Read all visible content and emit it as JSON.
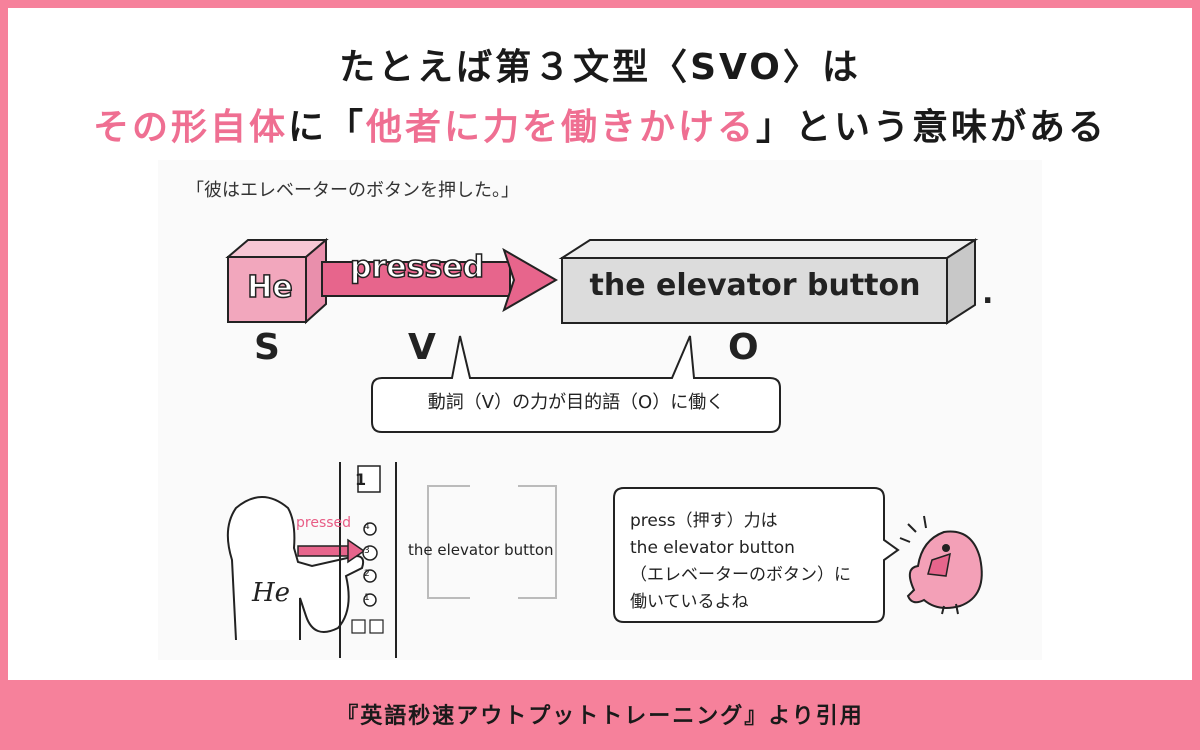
{
  "headline": {
    "line1": "たとえば第３文型〈SVO〉は",
    "line2_part1": "その形自体",
    "line2_part2": "に「",
    "line2_part3": "他者に力を働きかける",
    "line2_part4": "」という意味がある"
  },
  "example": {
    "japanese_sentence": "「彼はエレベーターのボタンを押した。」",
    "subject": "He",
    "verb": "pressed",
    "object": "the elevator button",
    "period": ".",
    "roles": {
      "s": "S",
      "v": "V",
      "o": "O"
    },
    "callout": "動詞（V）の力が目的語（O）に働く"
  },
  "scene": {
    "pressed_label": "pressed",
    "he_label": "He",
    "floor_number": "1",
    "button_numbers": [
      "4",
      "3",
      "2",
      "1"
    ],
    "object_label": "the elevator button",
    "bubble_lines": [
      "press（押す）力は",
      "the elevator button",
      "（エレベーターのボタン）に",
      "働いているよね"
    ]
  },
  "footer": {
    "text": "『英語秒速アウトプットトレーニング』より引用"
  },
  "colors": {
    "frame": "#f6819b",
    "accent_pink": "#ef6f92",
    "box_gray": "#dcdcdc",
    "box_pink": "#f2a7bd"
  }
}
